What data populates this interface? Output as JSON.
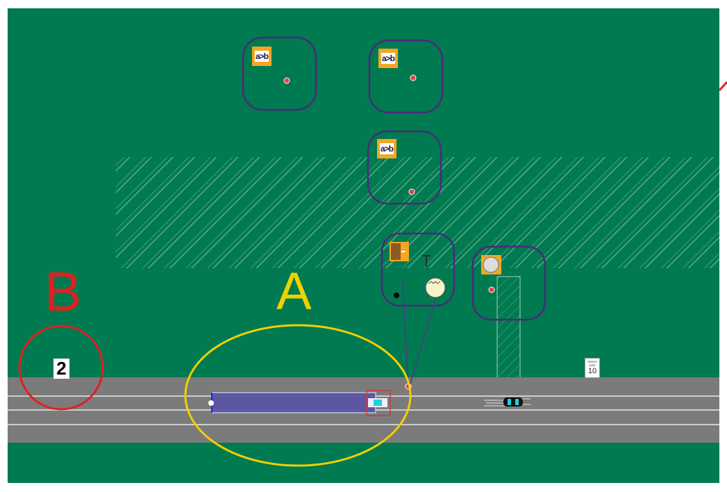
{
  "scene": {
    "background_color": "#007a50",
    "road_color": "#7b7b7b",
    "annotation_a_color": "#f2d000",
    "annotation_b_color": "#e02020",
    "node_border_color": "#4a2a7a"
  },
  "annotations": {
    "a_label": "A",
    "b_label": "B"
  },
  "lane_marker": "2",
  "nodes": [
    {
      "icon": "comparison-icon",
      "label": "a>b"
    },
    {
      "icon": "comparison-icon",
      "label": "a>b"
    },
    {
      "icon": "comparison-icon",
      "label": "a>b"
    },
    {
      "icon": "traffic-light-node-icon"
    },
    {
      "icon": "sensor-node-icon"
    }
  ],
  "speed_sign": {
    "title": "SPEED LIMIT",
    "value": "10"
  }
}
